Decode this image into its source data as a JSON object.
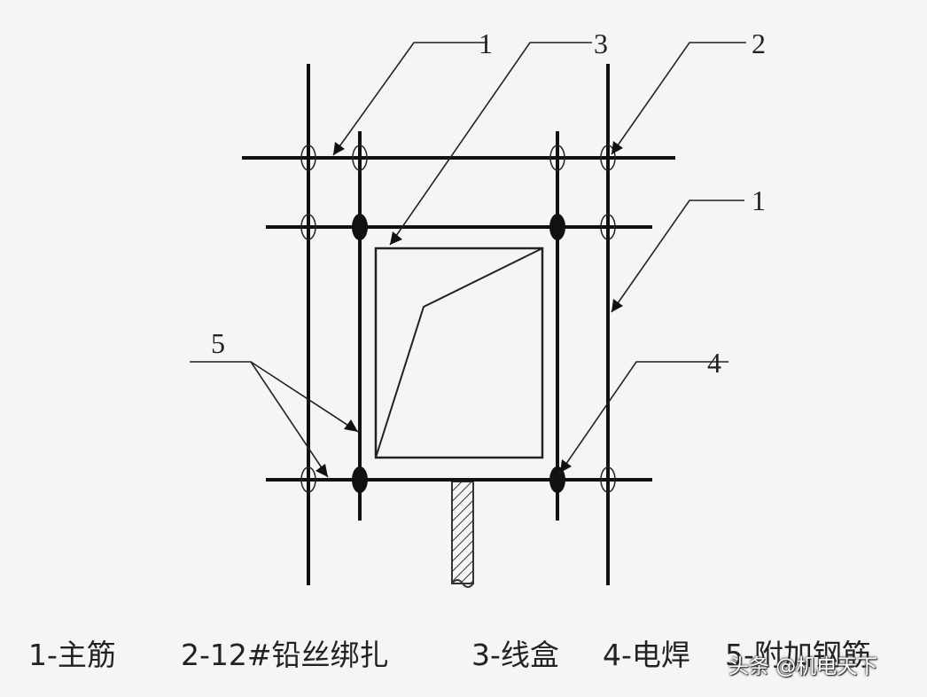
{
  "callouts": {
    "c1_top": "1",
    "c2": "2",
    "c3": "3",
    "c1_right": "1",
    "c4": "4",
    "c5": "5"
  },
  "legend": {
    "item1": "1-主筋",
    "item2": "2-12#铅丝绑扎",
    "item3": "3-线盒",
    "item4": "4-电焊",
    "item5": "5-附加钢筋"
  },
  "watermark": "头条 @机电天下"
}
